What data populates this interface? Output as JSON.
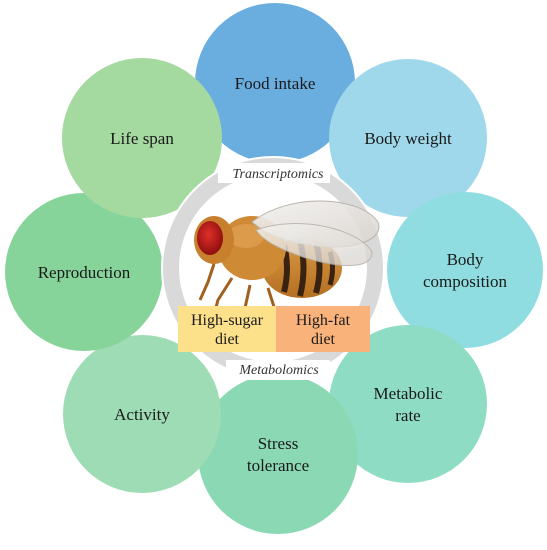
{
  "center": {
    "ring_top_label": "Transcriptomics",
    "ring_bottom_label": "Metabolomics",
    "diet_left": {
      "lines": [
        "High-sugar",
        "diet"
      ],
      "color": "#fde08a"
    },
    "diet_right": {
      "lines": [
        "High-fat",
        "diet"
      ],
      "color": "#f9b27a"
    },
    "ring_color": "#d9d9d9"
  },
  "phenotypes": [
    {
      "id": "food-intake",
      "lines": [
        "Food intake"
      ],
      "color": "#6aaee0"
    },
    {
      "id": "body-weight",
      "lines": [
        "Body weight"
      ],
      "color": "#9fd8ea"
    },
    {
      "id": "body-composition",
      "lines": [
        "Body",
        "composition"
      ],
      "color": "#8fdde0"
    },
    {
      "id": "metabolic-rate",
      "lines": [
        "Metabolic",
        "rate"
      ],
      "color": "#8fdcc4"
    },
    {
      "id": "stress-tolerance",
      "lines": [
        "Stress",
        "tolerance"
      ],
      "color": "#8ad8b4"
    },
    {
      "id": "activity",
      "lines": [
        "Activity"
      ],
      "color": "#9ddcb4"
    },
    {
      "id": "reproduction",
      "lines": [
        "Reproduction"
      ],
      "color": "#86d49a"
    },
    {
      "id": "life-span",
      "lines": [
        "Life span"
      ],
      "color": "#a4d9a0"
    }
  ]
}
